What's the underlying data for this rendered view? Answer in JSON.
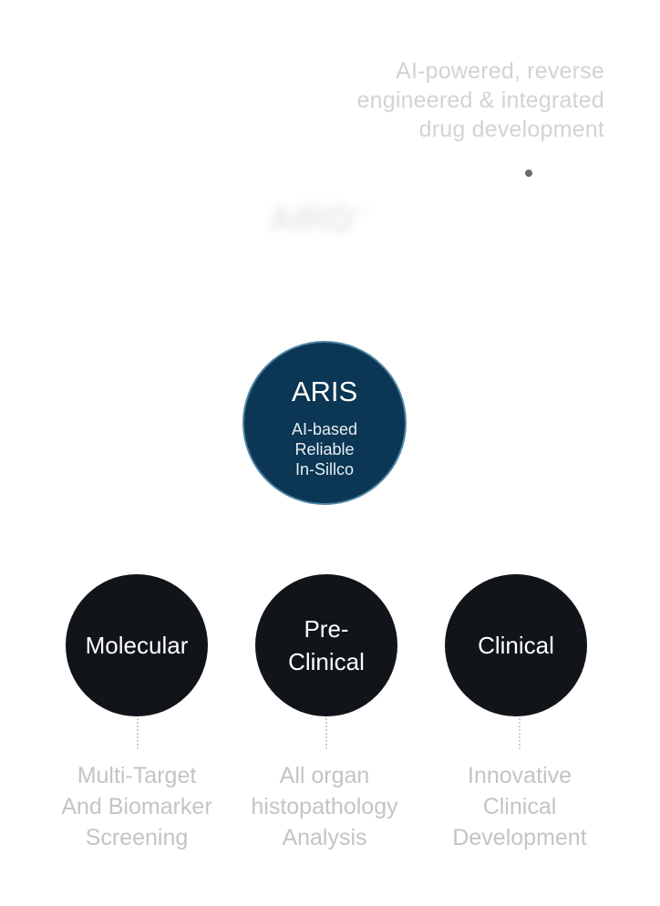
{
  "tagline": {
    "lines": [
      "AI-powered, reverse",
      "engineered & integrated",
      "drug development"
    ]
  },
  "brand": {
    "name": "AIRD",
    "mark": "™"
  },
  "aris": {
    "title": "ARIS",
    "subtitle_lines": [
      "AI-based",
      "Reliable",
      "In-Sillco"
    ]
  },
  "stages": [
    {
      "label_lines": [
        "Molecular"
      ],
      "description_lines": [
        "Multi-Target",
        "And Biomarker",
        "Screening"
      ]
    },
    {
      "label_lines": [
        "Pre-",
        "Clinical"
      ],
      "description_lines": [
        "All organ",
        "histopathology",
        "Analysis"
      ]
    },
    {
      "label_lines": [
        "Clinical"
      ],
      "description_lines": [
        "Innovative",
        "Clinical",
        "Development"
      ]
    }
  ],
  "colors": {
    "aris_fill": "#0b3654",
    "aris_border": "#4d84a3",
    "stage_fill": "#111418",
    "muted_text": "#c4c4c4"
  }
}
